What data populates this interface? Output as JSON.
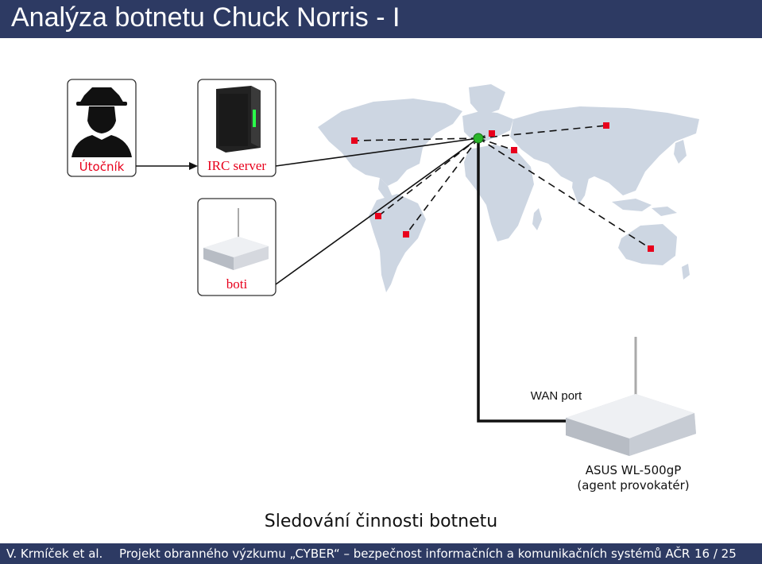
{
  "slide": {
    "title": "Analýza botnetu Chuck Norris - I",
    "caption": "Sledování činnosti botnetu"
  },
  "nodes": {
    "attacker_label": "Útočník",
    "irc_label": "IRC server",
    "bots_label": "boti",
    "wan_label": "WAN port",
    "router_name": "ASUS WL-500gP",
    "router_role": "(agent provokatér)"
  },
  "footer": {
    "authors": "V. Krmíček et al.",
    "project": "Projekt obranného výzkumu „CYBER“ – bezpečnost informačních a komunikačních systémů AČR",
    "page": "16 / 25"
  },
  "colors": {
    "header_bg": "#2d3a63",
    "map_land": "#cdd6e2",
    "bot_marker": "#e8001c",
    "hub_marker": "#2ab52a",
    "frame_stroke": "#333333"
  }
}
